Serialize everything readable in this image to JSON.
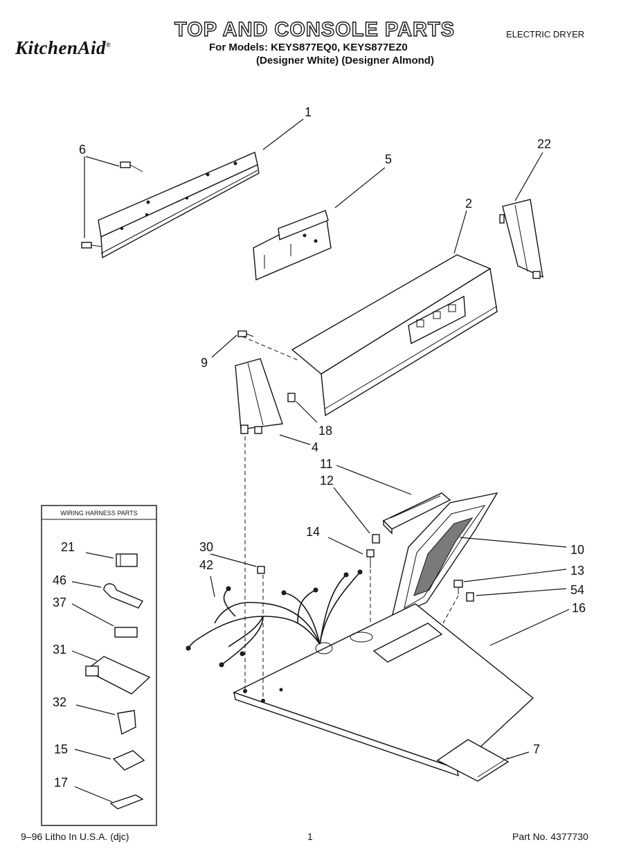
{
  "header": {
    "brand": "KitchenAid",
    "title": "TOP AND CONSOLE PARTS",
    "models": "For Models: KEYS877EQ0, KEYS877EZ0",
    "variants": "(Designer White) (Designer Almond)",
    "product": "ELECTRIC DRYER"
  },
  "inset": {
    "title": "WIRING HARNESS PARTS"
  },
  "callouts": {
    "p1": "1",
    "p2": "2",
    "p4": "4",
    "p5": "5",
    "p6": "6",
    "p7": "7",
    "p9": "9",
    "p10": "10",
    "p11": "11",
    "p12": "12",
    "p13": "13",
    "p14": "14",
    "p15": "15",
    "p16": "16",
    "p17": "17",
    "p18": "18",
    "p21": "21",
    "p22": "22",
    "p30": "30",
    "p31": "31",
    "p32": "32",
    "p37": "37",
    "p42": "42",
    "p46": "46",
    "p54": "54"
  },
  "footer": {
    "print": "9–96 Litho In U.S.A. (djc)",
    "page": "1",
    "part_no": "Part No. 4377730"
  }
}
